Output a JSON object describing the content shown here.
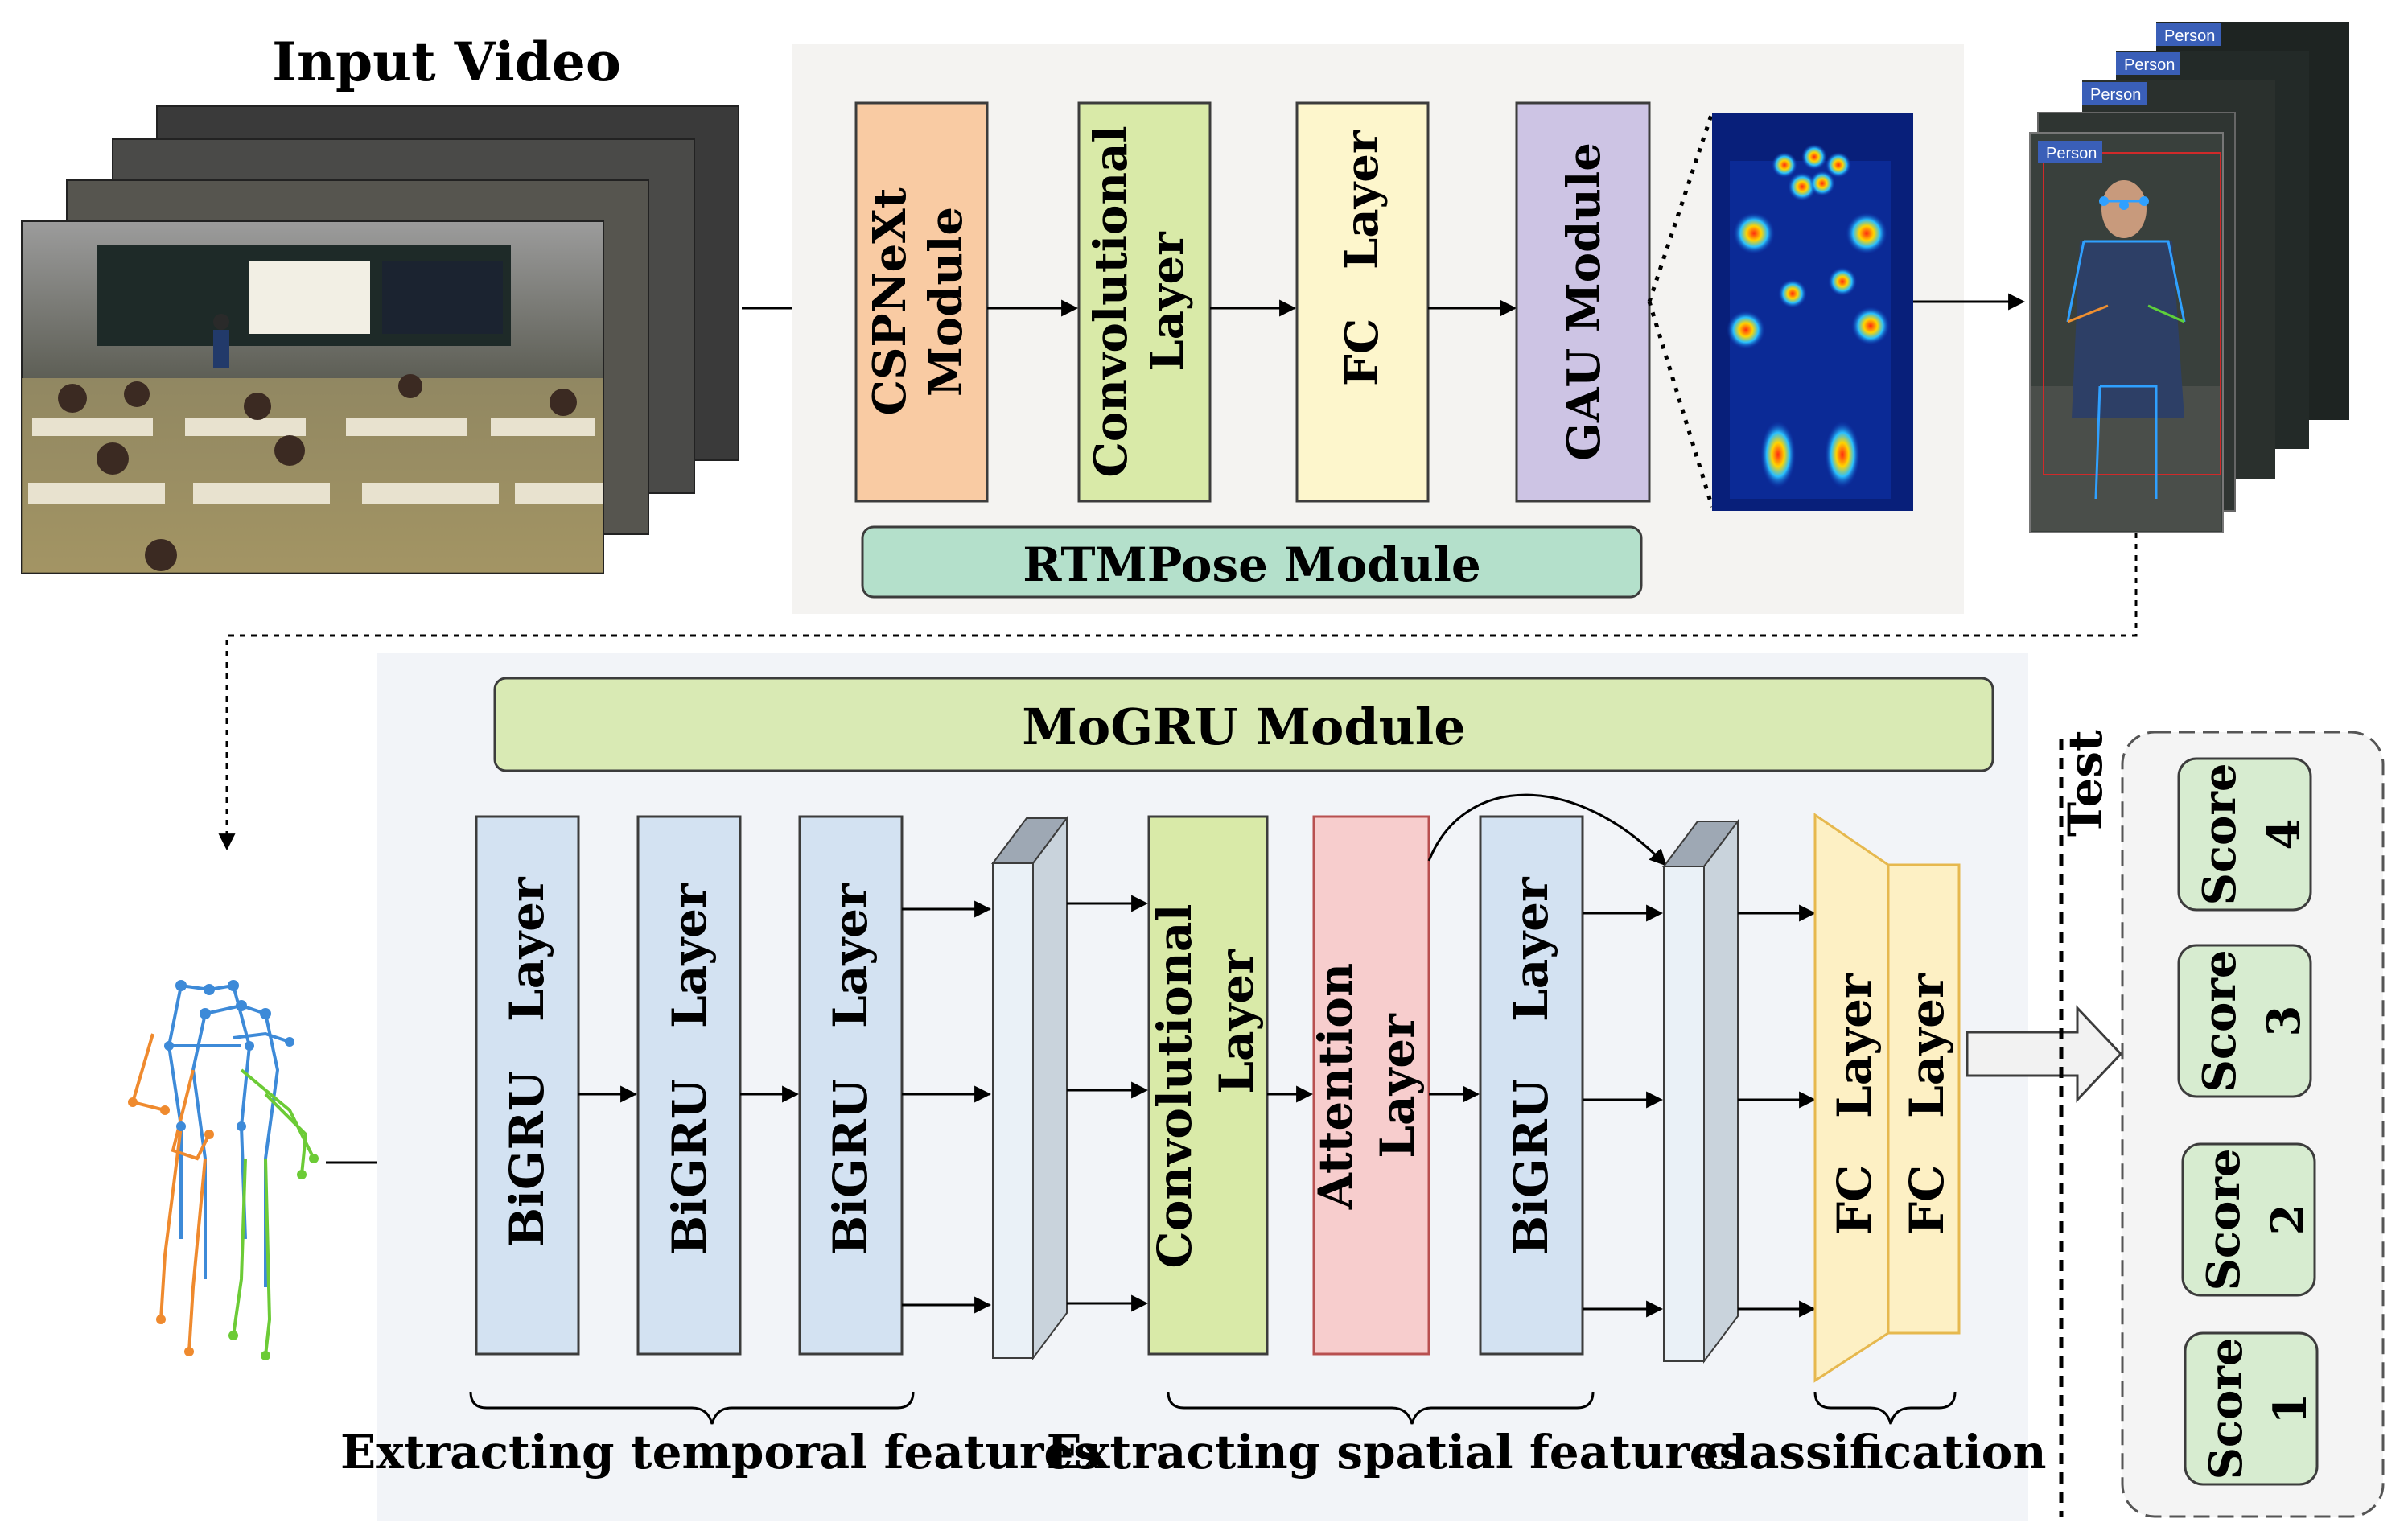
{
  "input": {
    "title": "Input Video"
  },
  "rtmpose": {
    "blocks": [
      "CSPNeXt",
      "Module",
      "Convolutional",
      "Layer",
      "FC",
      "Layer",
      "GAU Module"
    ],
    "label": "RTMPose  Module"
  },
  "detections": {
    "label": "Person"
  },
  "mogru": {
    "label": "MoGRU Module",
    "bigru_1": [
      "BiGRU",
      "Layer"
    ],
    "bigru_2": [
      "BiGRU",
      "Layer"
    ],
    "bigru_3": [
      "BiGRU",
      "Layer"
    ],
    "conv": [
      "Convolutional",
      "Layer"
    ],
    "attention": [
      "Attention",
      "Layer"
    ],
    "bigru_4": [
      "BiGRU",
      "Layer"
    ],
    "fc_1": [
      "FC",
      "Layer"
    ],
    "fc_2": [
      "FC",
      "Layer"
    ],
    "captions": {
      "temporal": "Extracting temporal features",
      "spatial": "Extracting spatial features",
      "classification": "classification"
    }
  },
  "test": {
    "label": "Test",
    "scores": [
      {
        "word": "Score",
        "num": "4"
      },
      {
        "word": "Score",
        "num": "3"
      },
      {
        "word": "Score",
        "num": "2"
      },
      {
        "word": "Score",
        "num": "1"
      }
    ]
  },
  "colors": {
    "cspnext": "#f9cba3",
    "conv": "#d9eaa8",
    "fc": "#fdf6cc",
    "gau": "#cdc4e4",
    "rtmpose_label": "#b4e0cb",
    "mogru_label": "#d9eab4",
    "bigru": "#d3e2f2",
    "attention": "#f7cdcd",
    "score": "#d7ecd0",
    "panel": "#f4f3f1"
  }
}
